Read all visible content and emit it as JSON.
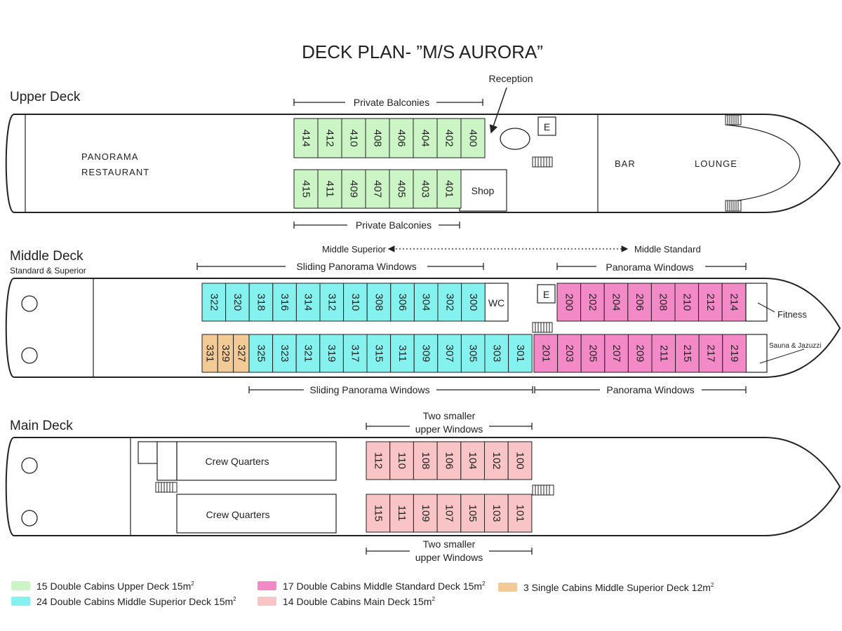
{
  "title": "DECK PLAN- ”M/S AURORA”",
  "colors": {
    "upper": "#ccf5c6",
    "superior": "#86f2ef",
    "standard": "#f38ac7",
    "main": "#f9c4c6",
    "single": "#f3c996",
    "outline": "#222222"
  },
  "upper_deck": {
    "name": "Upper Deck",
    "balconies_top": "Private Balconies",
    "balconies_bottom": "Private Balconies",
    "reception": "Reception",
    "restaurant": [
      "PANORAMA",
      "RESTAURANT"
    ],
    "bar": "BAR",
    "lounge": "LOUNGE",
    "shop": "Shop",
    "elevator": "E",
    "row_top": [
      "414",
      "412",
      "410",
      "408",
      "406",
      "404",
      "402",
      "400"
    ],
    "row_bottom": [
      "415",
      "411",
      "409",
      "407",
      "405",
      "403",
      "401"
    ]
  },
  "middle_deck": {
    "name": "Middle Deck",
    "subtitle": "Standard & Superior",
    "superior_label": "Middle Superior",
    "standard_label": "Middle Standard",
    "sliding_top": "Sliding Panorama Windows",
    "panorama_top": "Panorama Windows",
    "sliding_bottom": "Sliding Panorama Windows",
    "panorama_bottom": "Panorama Windows",
    "wc": "WC",
    "elevator": "E",
    "fitness": "Fitness",
    "sauna": "Sauna & Jazuzzi",
    "row_top_superior": [
      "322",
      "320",
      "318",
      "316",
      "314",
      "312",
      "310",
      "308",
      "306",
      "304",
      "302",
      "300"
    ],
    "row_top_standard": [
      "200",
      "202",
      "204",
      "206",
      "208",
      "210",
      "212",
      "214"
    ],
    "row_bottom_single": [
      "331",
      "329",
      "327"
    ],
    "row_bottom_superior": [
      "325",
      "323",
      "321",
      "319",
      "317",
      "315",
      "311",
      "309",
      "307",
      "305",
      "303",
      "301"
    ],
    "row_bottom_standard": [
      "201",
      "203",
      "205",
      "207",
      "209",
      "211",
      "215",
      "217",
      "219"
    ]
  },
  "main_deck": {
    "name": "Main Deck",
    "windows_top": [
      "Two smaller",
      "upper Windows"
    ],
    "windows_bottom": [
      "Two smaller",
      "upper Windows"
    ],
    "crew_top": "Crew Quarters",
    "crew_bottom": "Crew Quarters",
    "row_top": [
      "112",
      "110",
      "108",
      "106",
      "104",
      "102",
      "100"
    ],
    "row_bottom": [
      "115",
      "111",
      "109",
      "107",
      "105",
      "103",
      "101"
    ]
  },
  "legend": [
    {
      "text": "15 Double Cabins Upper Deck 15m",
      "sup": "2",
      "color_key": "upper"
    },
    {
      "text": "24 Double Cabins Middle Superior Deck 15m",
      "sup": "2",
      "color_key": "superior"
    },
    {
      "text": "17 Double Cabins Middle Standard Deck 15m",
      "sup": "2",
      "color_key": "standard"
    },
    {
      "text": "14 Double Cabins Main Deck 15m",
      "sup": "2",
      "color_key": "main"
    },
    {
      "text": "3 Single Cabins Middle Superior Deck 12m",
      "sup": "2",
      "color_key": "single"
    }
  ]
}
